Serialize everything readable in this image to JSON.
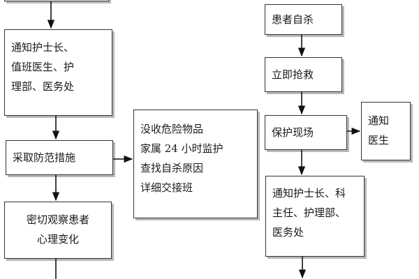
{
  "left_column": {
    "notify_box": {
      "lines": [
        "通知护士长、",
        "值班医生、护",
        "理部、医务处"
      ]
    },
    "prevent_box": {
      "lines": [
        "采取防范措施"
      ]
    },
    "observe_box": {
      "lines": [
        "密切观察患者",
        "心理变化"
      ]
    }
  },
  "middle_column": {
    "measures_box": {
      "lines": [
        "没收危险物品",
        "家属 24 小时监护",
        "查找自杀原因",
        "详细交接班"
      ]
    }
  },
  "right_column": {
    "suicide_box": {
      "lines": [
        "患者自杀"
      ]
    },
    "rescue_box": {
      "lines": [
        "立即抢救"
      ]
    },
    "protect_box": {
      "lines": [
        "保护现场"
      ]
    },
    "notify_doctor_box": {
      "lines": [
        "通知",
        "医生"
      ]
    },
    "notify_all_box": {
      "lines": [
        "通知护士长、科",
        "主任、护理部、",
        "医务处"
      ]
    }
  }
}
